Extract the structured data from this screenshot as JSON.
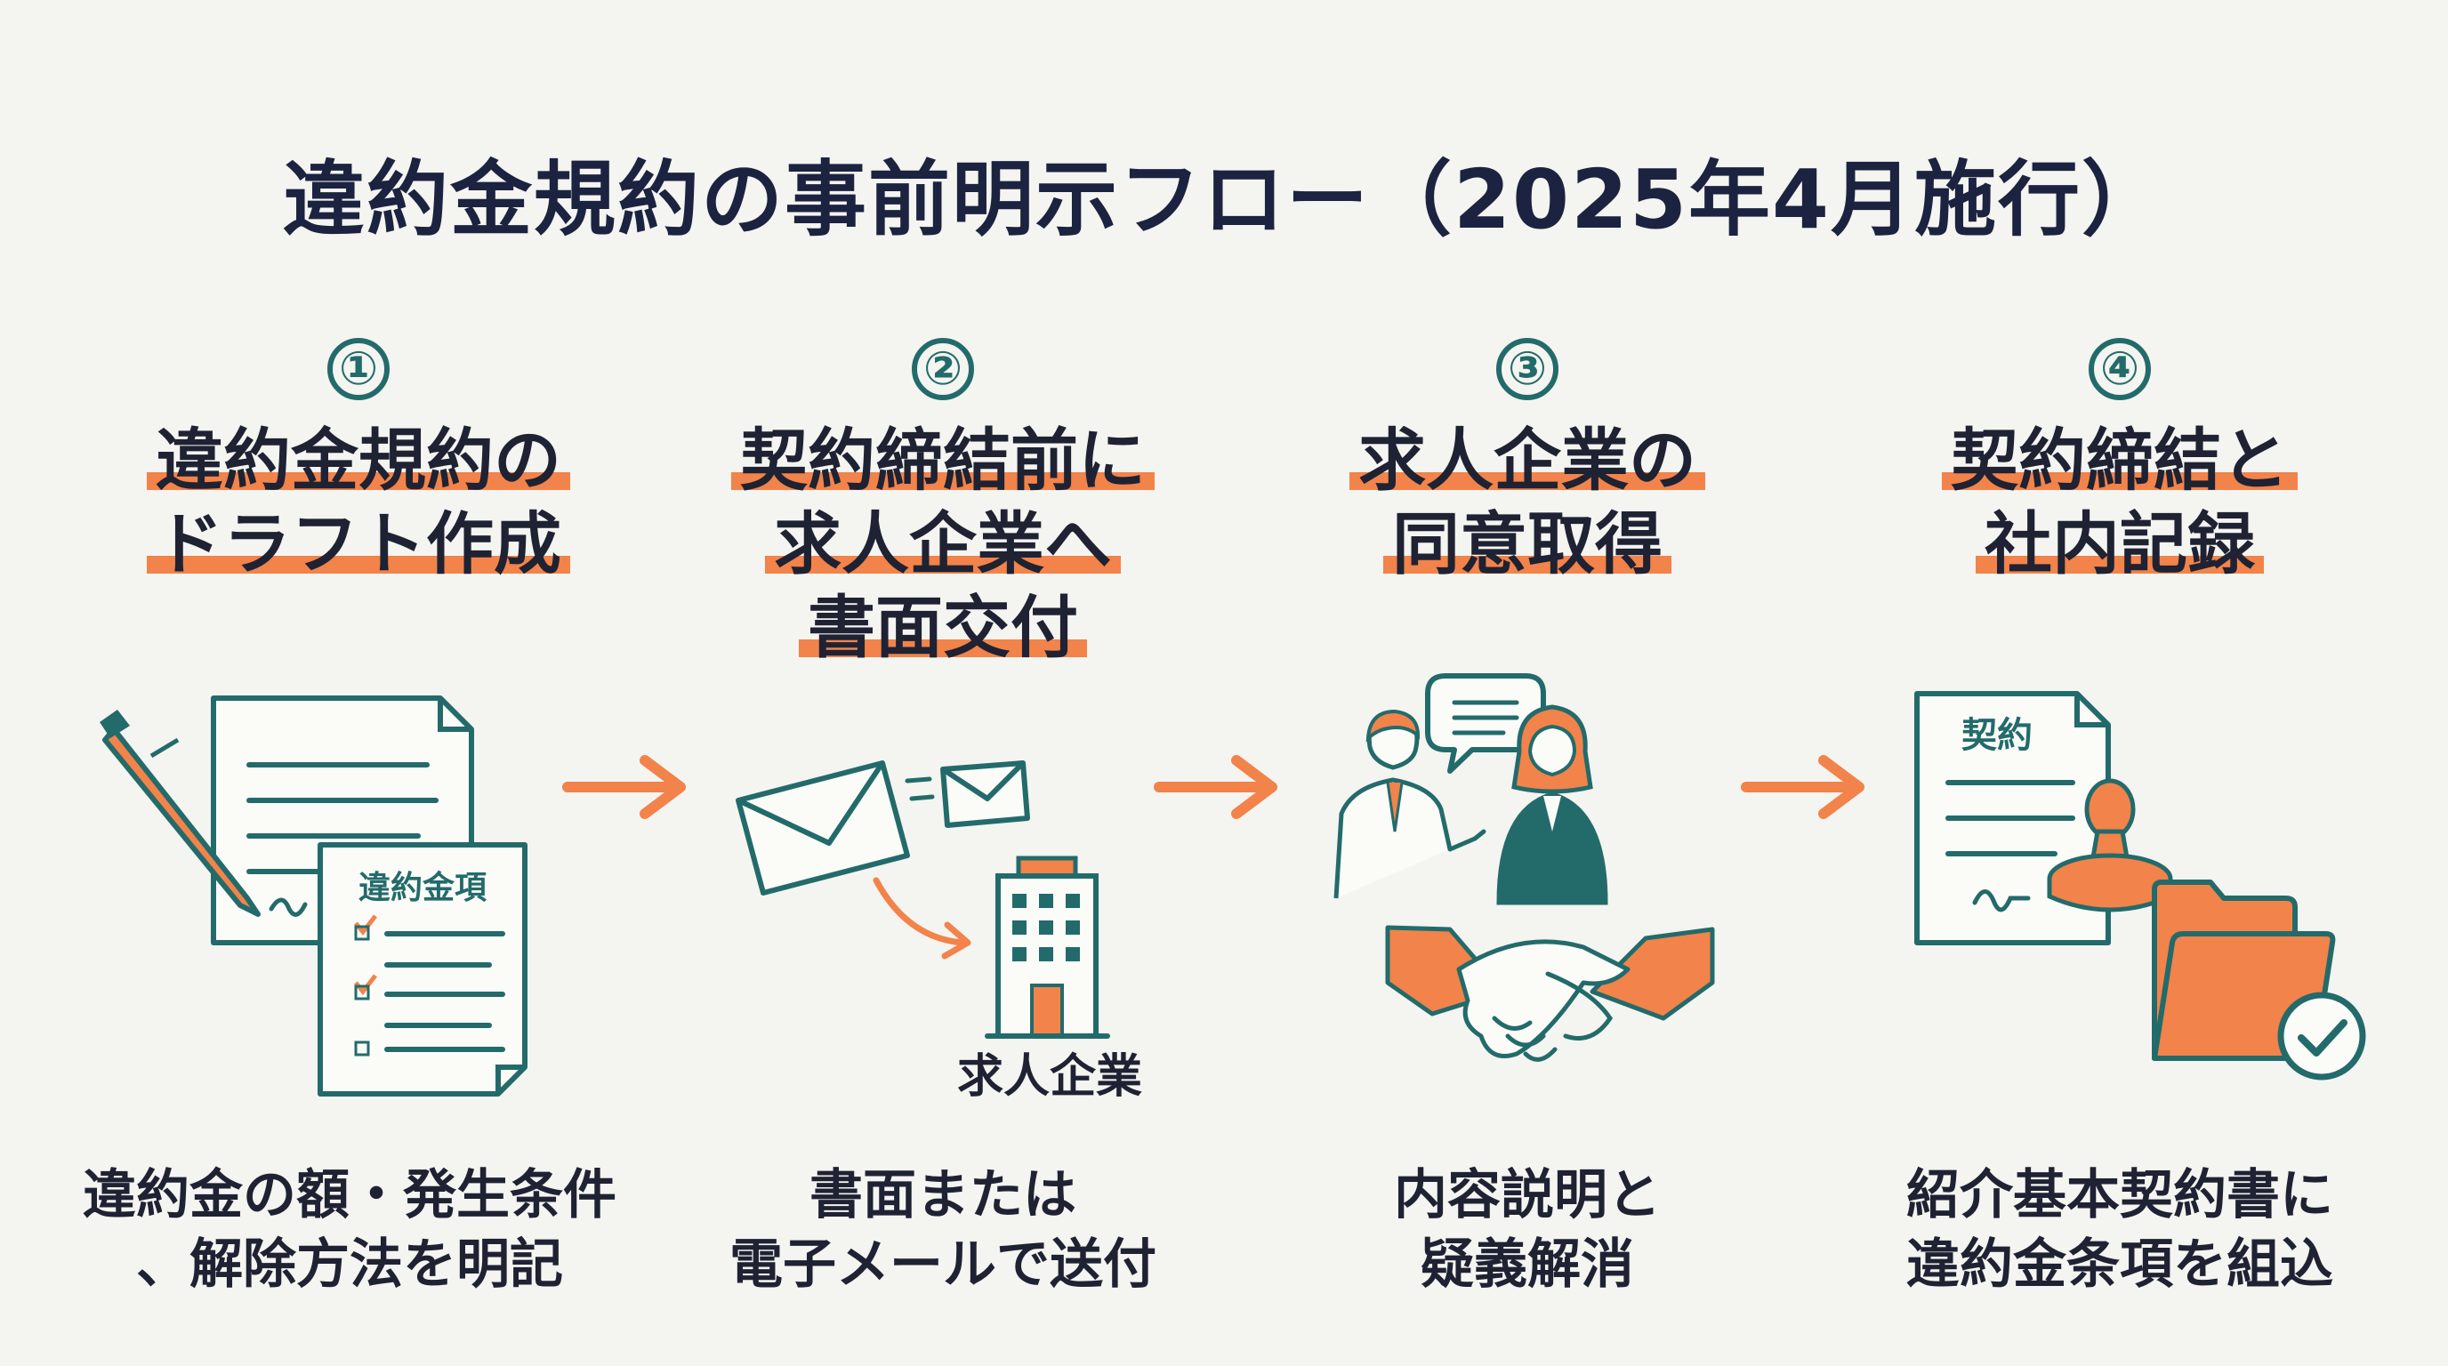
{
  "title": "違約金規約の事前明示フロー（2025年4月施行）",
  "steps": [
    {
      "number": "①",
      "heading": [
        "違約金規約の",
        "ドラフト作成"
      ],
      "description": [
        "違約金の額・発生条件",
        "、解除方法を明記"
      ],
      "doc_label": "違約金項"
    },
    {
      "number": "②",
      "heading": [
        "契約締結前に",
        "求人企業へ",
        "書面交付"
      ],
      "description": [
        "書面または",
        "電子メールで送付"
      ],
      "building_label": "求人企業"
    },
    {
      "number": "③",
      "heading": [
        "求人企業の",
        "同意取得"
      ],
      "description": [
        "内容説明と",
        "疑義解消"
      ]
    },
    {
      "number": "④",
      "heading": [
        "契約締結と",
        "社内記録"
      ],
      "description": [
        "紹介基本契約書に",
        "違約金条項を組込"
      ],
      "doc_label": "契約"
    }
  ],
  "colors": {
    "navy": "#1c2340",
    "teal": "#236b6b",
    "orange": "#f2834a",
    "background": "#f4f4f0"
  },
  "icons": [
    "pen-icon",
    "document-icon",
    "checklist-icon",
    "envelope-icon",
    "building-icon",
    "speech-bubble-icon",
    "person-icon",
    "handshake-icon",
    "stamp-icon",
    "folder-icon",
    "check-circle-icon",
    "arrow-right-icon"
  ]
}
